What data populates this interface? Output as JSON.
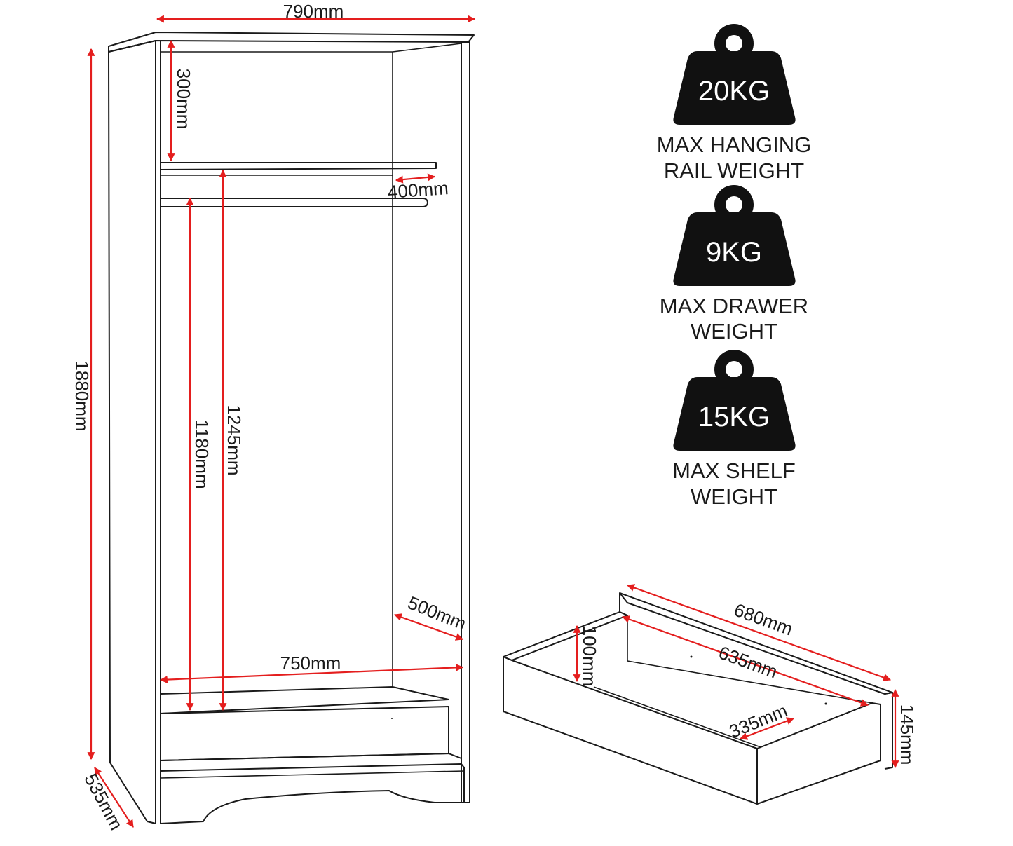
{
  "wardrobe": {
    "dimensions": {
      "width": "790mm",
      "height": "1880mm",
      "depth": "535mm",
      "top_shelf_gap": "300mm",
      "rail_depth": "400mm",
      "rail_drop": "1180mm",
      "shelf_to_base": "1245mm",
      "internal_depth": "500mm",
      "internal_width": "750mm"
    }
  },
  "drawer": {
    "dimensions": {
      "outer_width": "680mm",
      "inner_width": "635mm",
      "inner_height": "100mm",
      "front_height": "145mm",
      "inner_depth": "335mm"
    }
  },
  "weights": [
    {
      "value": "20KG",
      "caption_line1": "MAX HANGING",
      "caption_line2": "RAIL WEIGHT"
    },
    {
      "value": "9KG",
      "caption_line1": "MAX DRAWER",
      "caption_line2": "WEIGHT"
    },
    {
      "value": "15KG",
      "caption_line1": "MAX SHELF",
      "caption_line2": "WEIGHT"
    }
  ],
  "colors": {
    "dimension_line": "#e41e1e",
    "outline": "#1a1a1a",
    "weight_fill": "#111111"
  }
}
